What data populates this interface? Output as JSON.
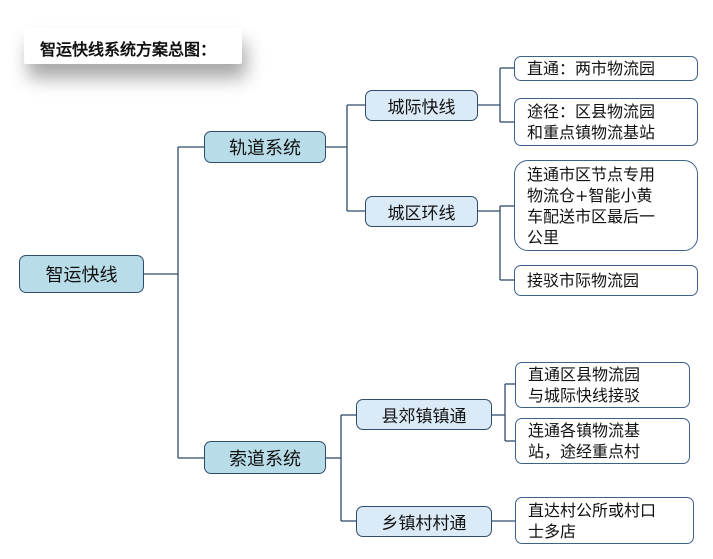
{
  "title": "智运快线系统方案总图：",
  "root": "智运快线",
  "branches": [
    {
      "label": "轨道系统",
      "children": [
        {
          "label": "城际快线",
          "leaves": [
            [
              "直通：两市物流园"
            ],
            [
              "途径：区县物流园",
              "和重点镇物流基站"
            ]
          ]
        },
        {
          "label": "城区环线",
          "leaves": [
            [
              "连通市区节点专用",
              "物流仓+智能小黄",
              "车配送市区最后一",
              "公里"
            ],
            [
              "接驳市际物流园"
            ]
          ]
        }
      ]
    },
    {
      "label": "索道系统",
      "children": [
        {
          "label": "县郊镇镇通",
          "leaves": [
            [
              "直通区县物流园",
              "与城际快线接驳"
            ],
            [
              "连通各镇物流基",
              "站，途经重点村"
            ]
          ]
        },
        {
          "label": "乡镇村村通",
          "leaves": [
            [
              "直达村公所或村口",
              "士多店"
            ]
          ]
        }
      ]
    }
  ]
}
